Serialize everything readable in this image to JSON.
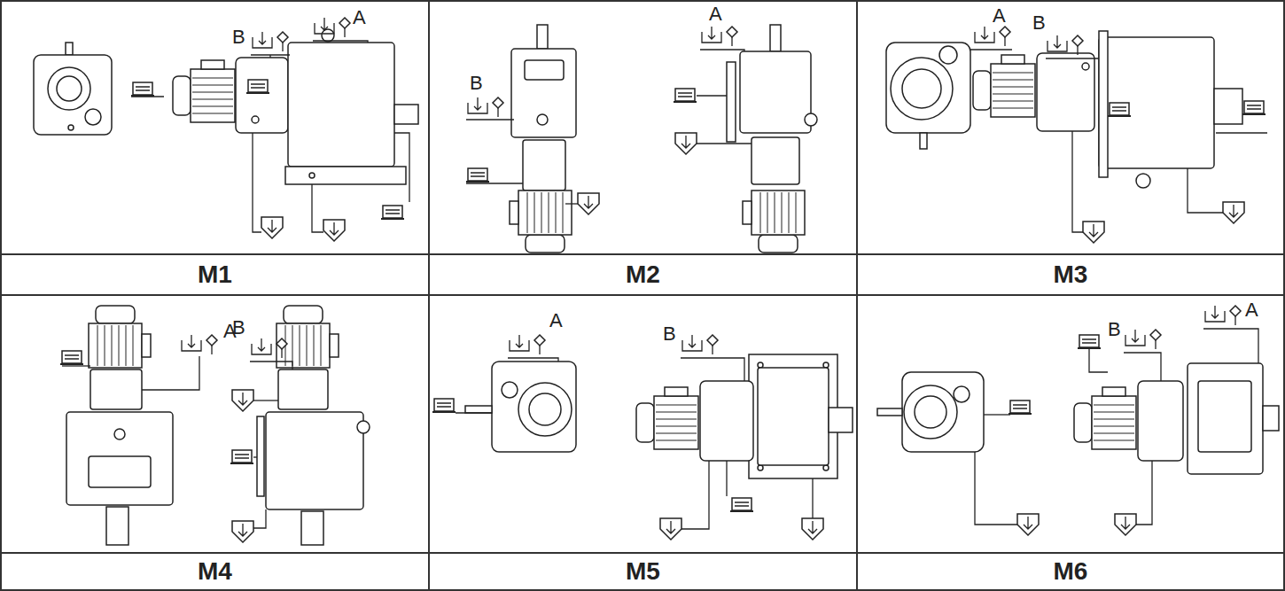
{
  "diagram": {
    "nodes": [
      {
        "text": [
          "M1"
        ]
      },
      {
        "text": [
          "M2"
        ]
      },
      {
        "text": [
          "M3"
        ]
      },
      {
        "text": [
          "M4"
        ]
      },
      {
        "text": [
          "M5"
        ]
      },
      {
        "text": [
          "M6"
        ]
      }
    ],
    "labels": [
      "B",
      "A",
      "B",
      "A",
      "A",
      "B",
      "A",
      "B",
      "A",
      "B",
      "B",
      "A"
    ]
  }
}
